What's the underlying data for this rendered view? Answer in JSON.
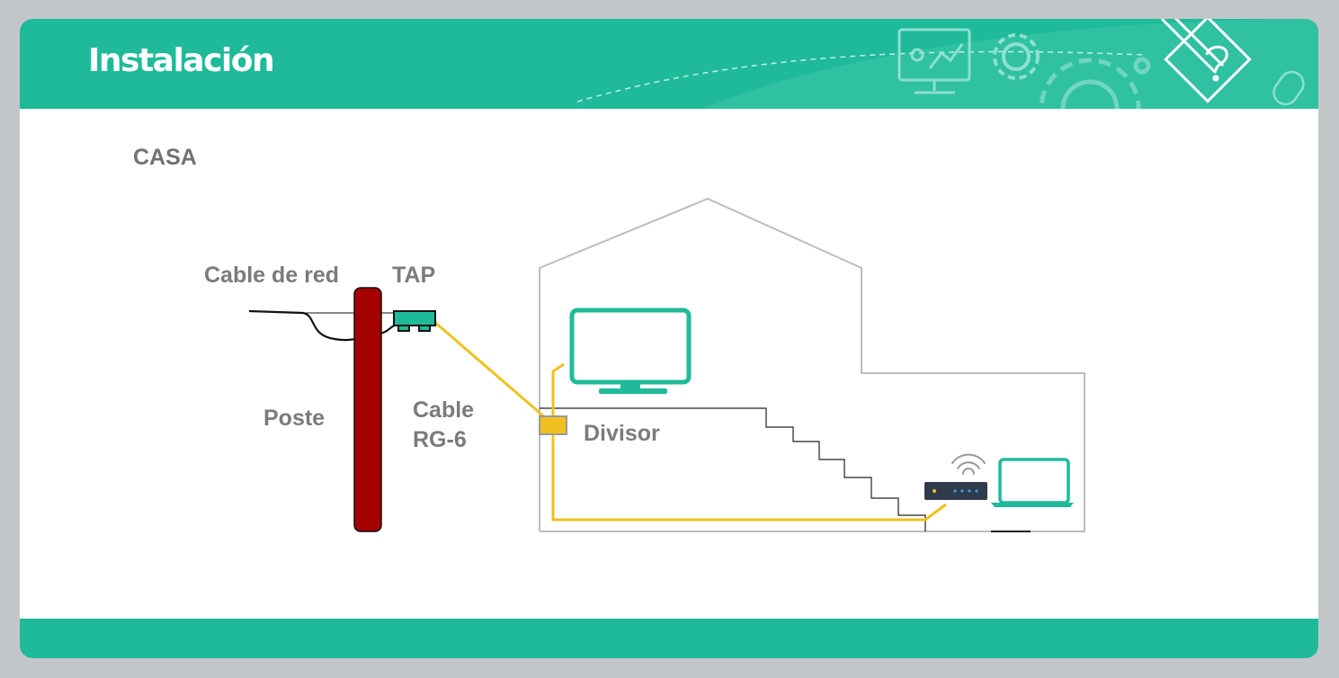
{
  "header": {
    "title": "Instalación"
  },
  "section": {
    "label": "CASA"
  },
  "diagram": {
    "labels": {
      "network_cable": "Cable de red",
      "tap": "TAP",
      "pole": "Poste",
      "cable_line1": "Cable",
      "cable_line2": "RG-6",
      "splitter": "Divisor"
    },
    "icons": [
      "pole",
      "tap-connector",
      "television-icon",
      "splitter-box",
      "wifi-router-icon",
      "laptop-icon",
      "house-outline",
      "staircase"
    ],
    "colors": {
      "header": "#1fba9a",
      "pole": "#a50000",
      "coax_cable": "#f0c020",
      "devices": "#1fba9a",
      "router": "#2f3b4c",
      "labels": "#7b7b7b",
      "house_outline": "#bdbdbd"
    }
  }
}
